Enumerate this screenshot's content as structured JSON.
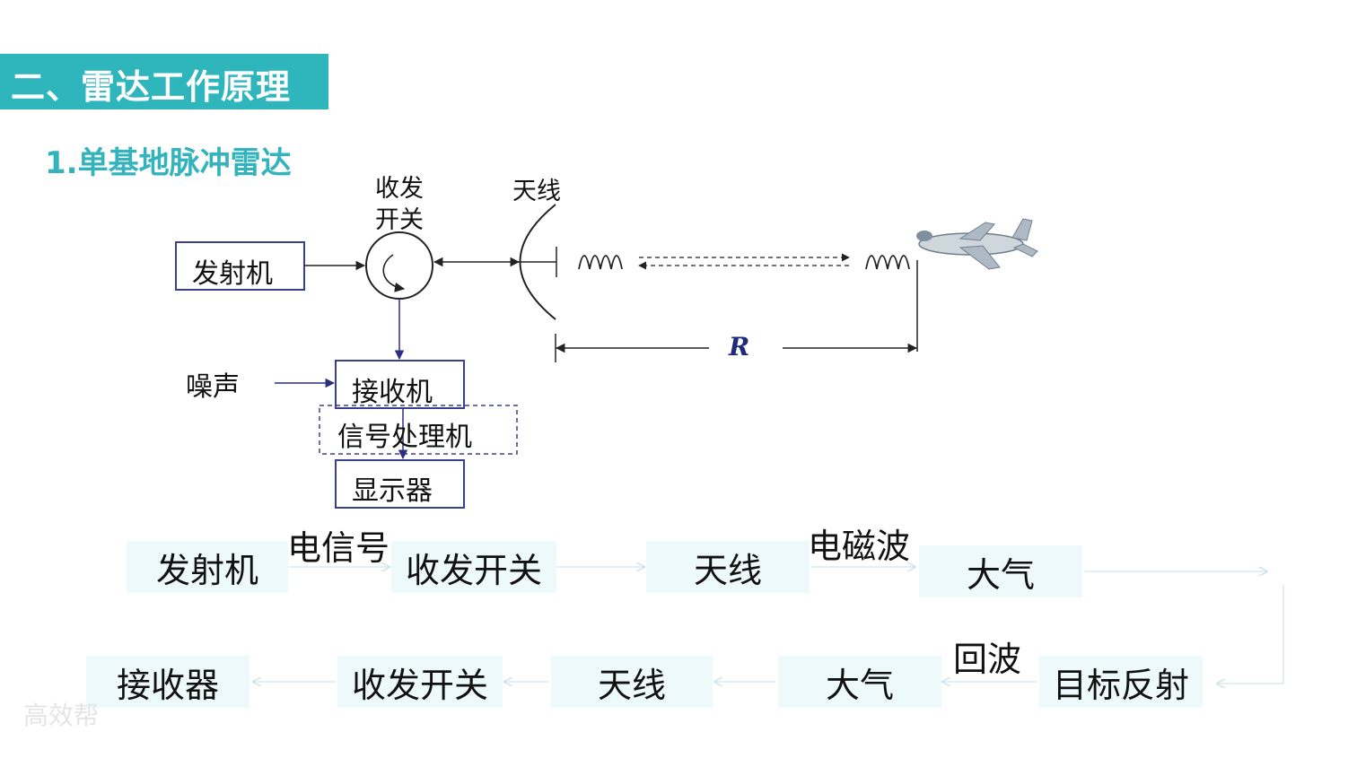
{
  "slide": {
    "section_title": "二、雷达工作原理",
    "subtitle": "1.单基地脉冲雷达"
  },
  "radar_diagram": {
    "transmitter": "发射机",
    "duplexer_line1": "收发",
    "duplexer_line2": "开关",
    "antenna": "天线",
    "noise": "噪声",
    "receiver": "接收机",
    "signal_processor": "信号处理机",
    "display": "显示器",
    "range_symbol": "R"
  },
  "flow": {
    "row1": [
      "发射机",
      "收发开关",
      "天线",
      "大气"
    ],
    "row2": [
      "接收器",
      "收发开关",
      "天线",
      "大气",
      "目标反射"
    ],
    "label_electric_signal": "电信号",
    "label_em_wave": "电磁波",
    "label_echo": "回波"
  },
  "watermark": "高效帮",
  "colors": {
    "accent": "#2fb6bd",
    "diagram_box_border": "#3b3f8f",
    "flow_box_bg": "#eef9fb"
  }
}
